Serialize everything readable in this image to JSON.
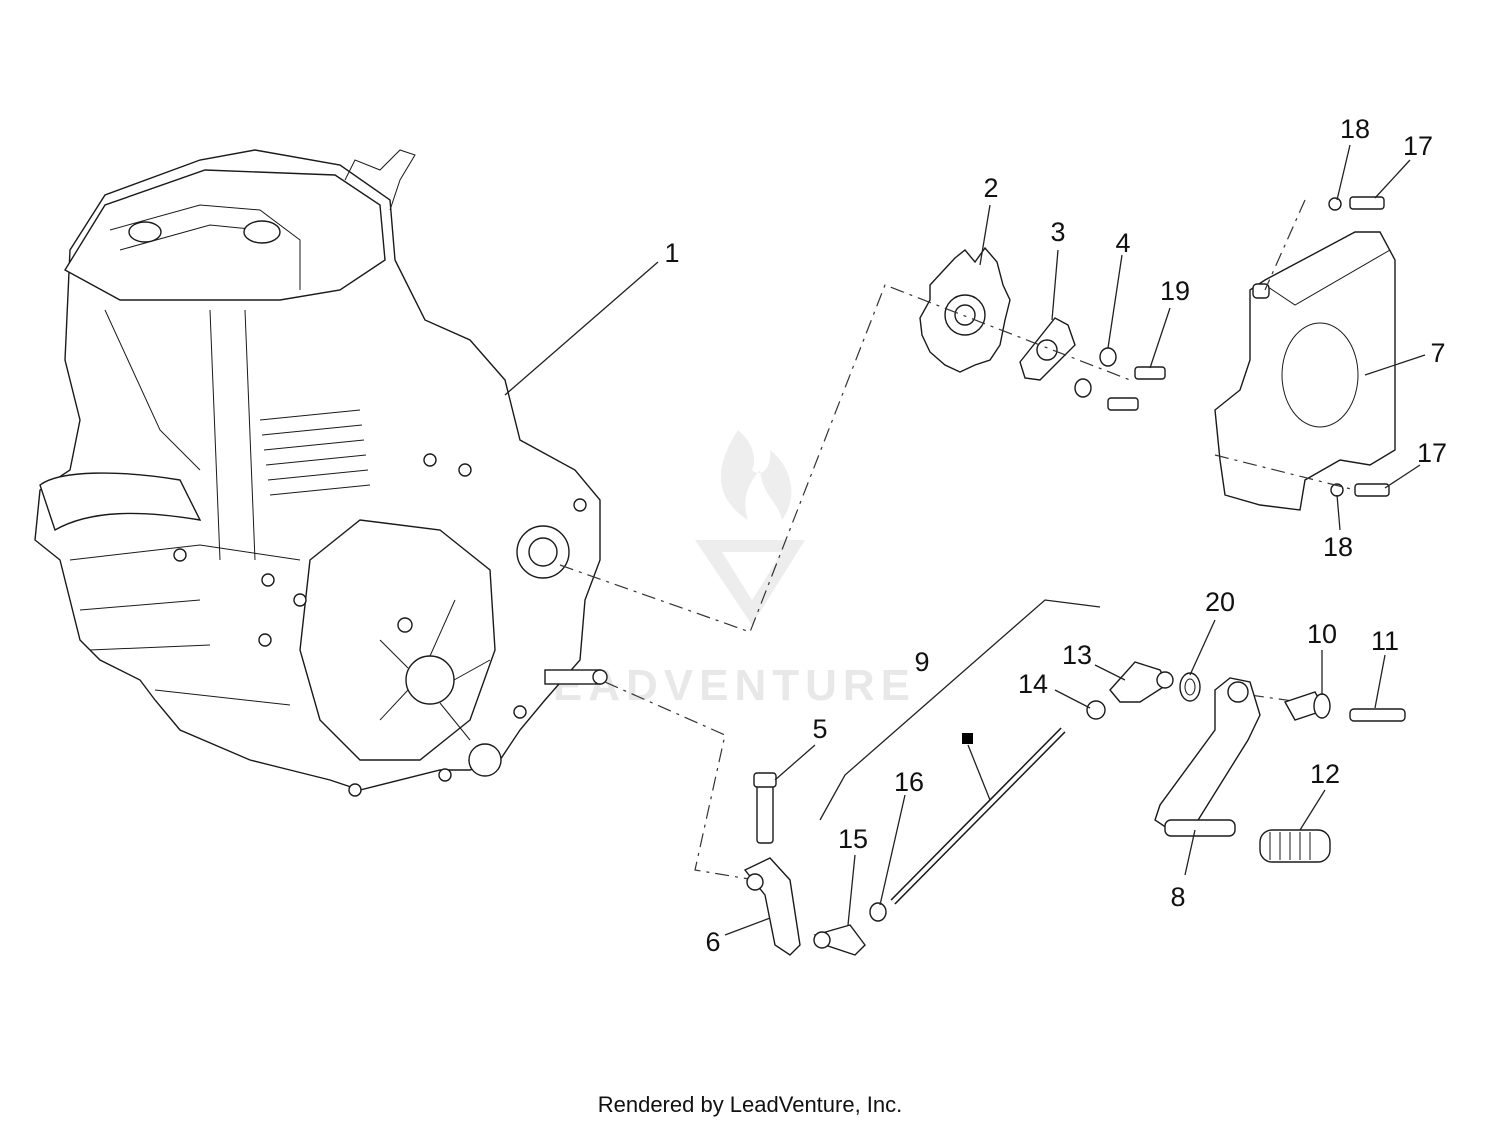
{
  "watermark": {
    "text": "LEADVENTURE"
  },
  "callouts": [
    {
      "id": "c1",
      "label": "1"
    },
    {
      "id": "c2",
      "label": "2"
    },
    {
      "id": "c3",
      "label": "3"
    },
    {
      "id": "c4",
      "label": "4"
    },
    {
      "id": "c19",
      "label": "19"
    },
    {
      "id": "c18a",
      "label": "18"
    },
    {
      "id": "c17a",
      "label": "17"
    },
    {
      "id": "c7",
      "label": "7"
    },
    {
      "id": "c17b",
      "label": "17"
    },
    {
      "id": "c18b",
      "label": "18"
    },
    {
      "id": "c20",
      "label": "20"
    },
    {
      "id": "c10",
      "label": "10"
    },
    {
      "id": "c11",
      "label": "11"
    },
    {
      "id": "c9",
      "label": "9"
    },
    {
      "id": "c13",
      "label": "13"
    },
    {
      "id": "c14",
      "label": "14"
    },
    {
      "id": "c12",
      "label": "12"
    },
    {
      "id": "c5",
      "label": "5"
    },
    {
      "id": "c16",
      "label": "16"
    },
    {
      "id": "c15",
      "label": "15"
    },
    {
      "id": "c8",
      "label": "8"
    },
    {
      "id": "c6",
      "label": "6"
    }
  ],
  "footer": {
    "text": "Rendered by LeadVenture, Inc."
  }
}
